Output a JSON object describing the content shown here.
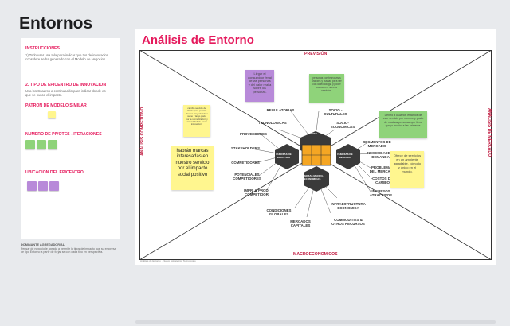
{
  "frame_title": "Entornos",
  "sidebar": {
    "instrucciones_title": "INSTRUCCIONES",
    "instrucciones_text": "1) Todo user una tela para indicar que tus de innovacion considere se ha generado con el Modelo de Negocios.",
    "tipo_title": "2. TIPO DE EPICENTRO DE INNOVACION",
    "tipo_text": "Usa los Cuadros a continuación para indicar donde es que se busca el impacto.",
    "patron_title": "PATRÓN DE MODELO SIMILAR",
    "pivotes_title": "NUMERO DE PIVOTES - ITERACIONES",
    "ubicacion_title": "UBICACION DEL EPICENTRO",
    "footer_title": "DOMINANTE AGREGADOR/AL",
    "footer_text": "Pensar de negocio le agrada a permitir lo tipos de impacto que su empresa de tipo Entorno a partir de forjar se con cada tipo en perspectiva."
  },
  "board": {
    "title": "Análisis de Entorno",
    "top_label": "PREVISIÓN",
    "bottom_label": "MACROECONOMICOS",
    "left_label": "ANÁLISIS COMPETITIVO",
    "right_label": "ANÁLISIS DE MERCADO",
    "footer_note": "Análisis de Entorno · Nuevo Estrategico Tecnologico",
    "center": {
      "top": "TENDENCIAS CLAVES",
      "left": "FUERZAS DE INDUSTRIA",
      "right": "FUERZAS DE MERCADO",
      "bottom": "FUERZAS MACRO-ECONOMICAS"
    },
    "labels": {
      "regulatorias": "REGULATORIAS",
      "socio_culturales": "SOCIO - CULTURALES",
      "tecnologicas": "TECNOLOGICAS",
      "socio_economicas": "SOCIO-ECONOMICAS",
      "proveedores": "PROVEEDORES",
      "stakeholders": "STAKEHOLDERS",
      "competidores": "COMPETIDORES",
      "potenciales": "POTENCIALES COMPETIDORES",
      "impor": "IMPR. & PROD. COMPETIDOR",
      "segmentos": "SEGMENTOS DE MERCADO",
      "necesidades": "NECESIDADES & DEMANDAS",
      "problemas": "PROBLEMAS DEL MERCADO",
      "costos": "COSTOS DE CAMBIO",
      "ingresos": "INGRESOS ATRACTIVOS",
      "condiciones": "CONDICIONES GLOBALES",
      "mercados": "MERCADOS CAPITALES",
      "infraestructura": "INFRAESTRUCTURA ECONOMICA",
      "commodities": "COMMODITIES & OTROS RECURSOS"
    },
    "stickies": {
      "purple": "Llegar el consumidor fenal de las personas y del valor real a sobre los personas.",
      "green_top": "personas con tecnosmas ustedes y buscan para ver con la tecnologia y poder conoceren nuevos servicios.",
      "yellow_left_small": "cambio servicio de cliente para permite destino proyectando a sumo y largo plazo por la normalización y comodidad de llevar interacción.",
      "yellow_left_big": "habrán marcas interesadas en nuestro servicio por el impacto social positivo",
      "green_right": "Dentro a usuarios estamos de este servicio por nombre y gusto de muchas personas que tiene apoyo mucho a las primeras.",
      "yellow_right": "Ofrece de servicios en un ambiente agradable, cómodo y único en el mundo."
    }
  },
  "colors": {
    "accent": "#e5195c",
    "sticky_yellow": "#fff68f",
    "sticky_green": "#8fd37a",
    "sticky_purple": "#b88ad9",
    "center_orange": "#f5a623",
    "hexagon": "#3a3a3a"
  }
}
